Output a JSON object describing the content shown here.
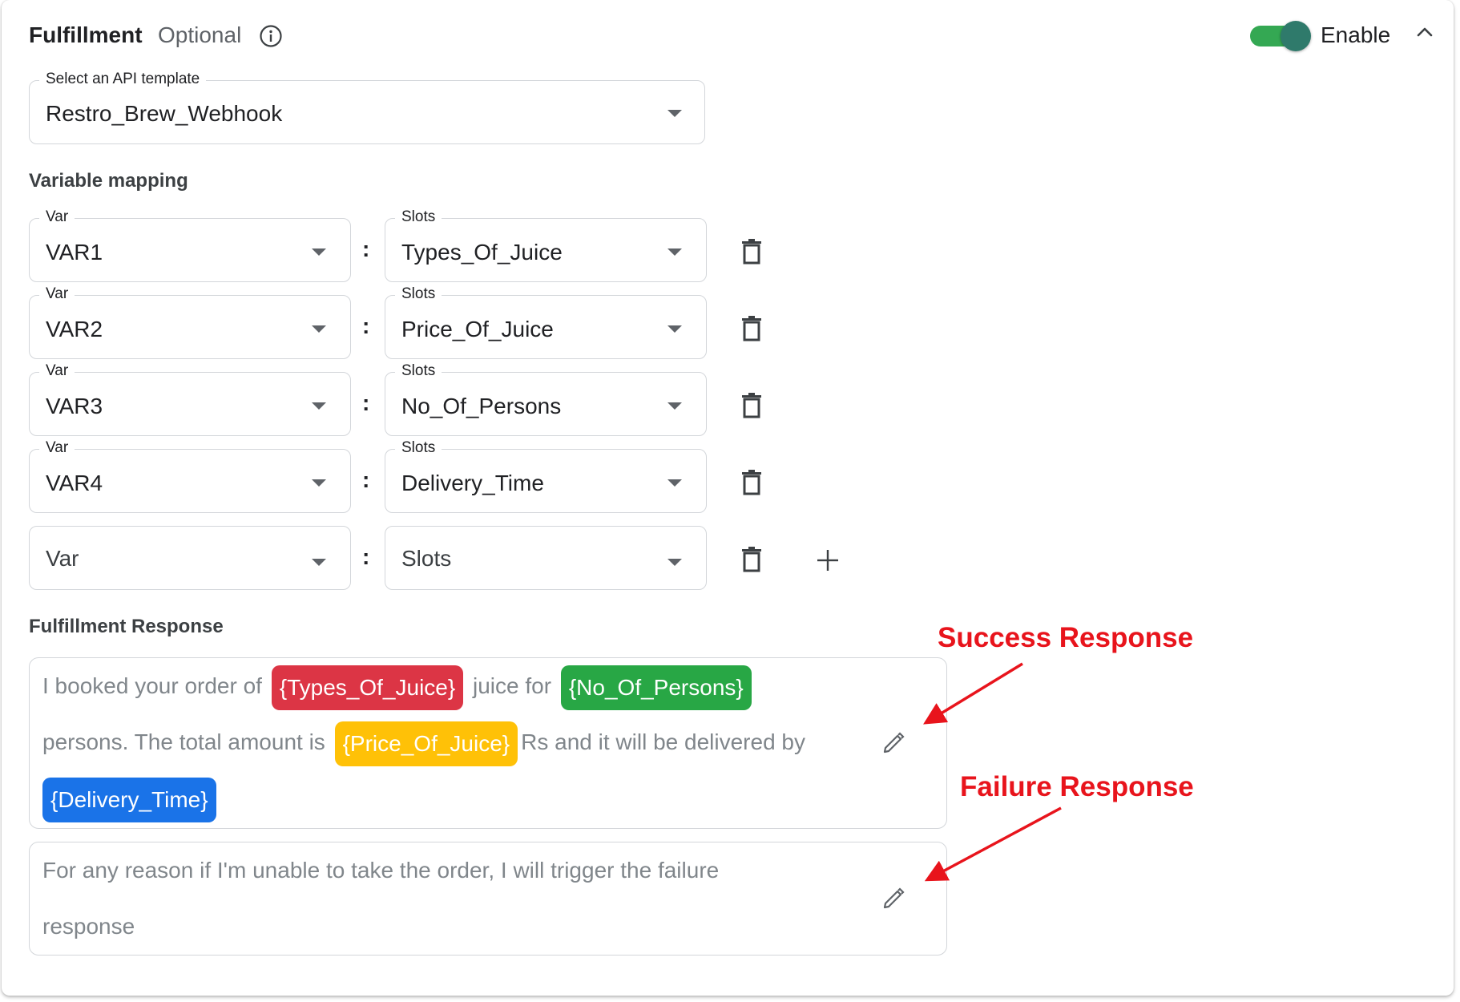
{
  "header": {
    "title": "Fulfillment",
    "optional": "Optional",
    "enable_label": "Enable",
    "toggle_on": true
  },
  "api_template": {
    "label": "Select an API template",
    "value": "Restro_Brew_Webhook"
  },
  "variable_mapping": {
    "title": "Variable mapping",
    "rows": [
      {
        "var_label": "Var",
        "var_value": "VAR1",
        "slot_label": "Slots",
        "slot_value": "Types_Of_Juice"
      },
      {
        "var_label": "Var",
        "var_value": "VAR2",
        "slot_label": "Slots",
        "slot_value": "Price_Of_Juice"
      },
      {
        "var_label": "Var",
        "var_value": "VAR3",
        "slot_label": "Slots",
        "slot_value": "No_Of_Persons"
      },
      {
        "var_label": "Var",
        "var_value": "VAR4",
        "slot_label": "Slots",
        "slot_value": "Delivery_Time"
      }
    ],
    "empty_row": {
      "var_placeholder": "Var",
      "slot_placeholder": "Slots"
    },
    "separator": ":"
  },
  "fulfillment_response": {
    "title": "Fulfillment Response",
    "success": {
      "text_1": "I booked your order of",
      "chip_1": "{Types_Of_Juice}",
      "text_2": "juice for",
      "chip_2": "{No_Of_Persons}",
      "text_3": "persons. The total amount is",
      "chip_3": "{Price_Of_Juice}",
      "text_4": "Rs and it will be delivered by",
      "chip_4": "{Delivery_Time}"
    },
    "failure": {
      "text": "For any reason if I'm unable to take the order, I will trigger the failure response"
    }
  },
  "annotations": {
    "success": "Success Response",
    "failure": "Failure Response"
  },
  "colors": {
    "chip_red": "#dc3545",
    "chip_green": "#28a745",
    "chip_yellow": "#ffc107",
    "chip_blue": "#1a73e8",
    "toggle_track": "#34a853",
    "annotation_red": "#e8141c"
  },
  "icons": {
    "info": "info-icon",
    "collapse": "chevron-up-icon",
    "dropdown": "caret-down-icon",
    "delete": "trash-icon",
    "add": "plus-icon",
    "edit": "pencil-icon"
  }
}
